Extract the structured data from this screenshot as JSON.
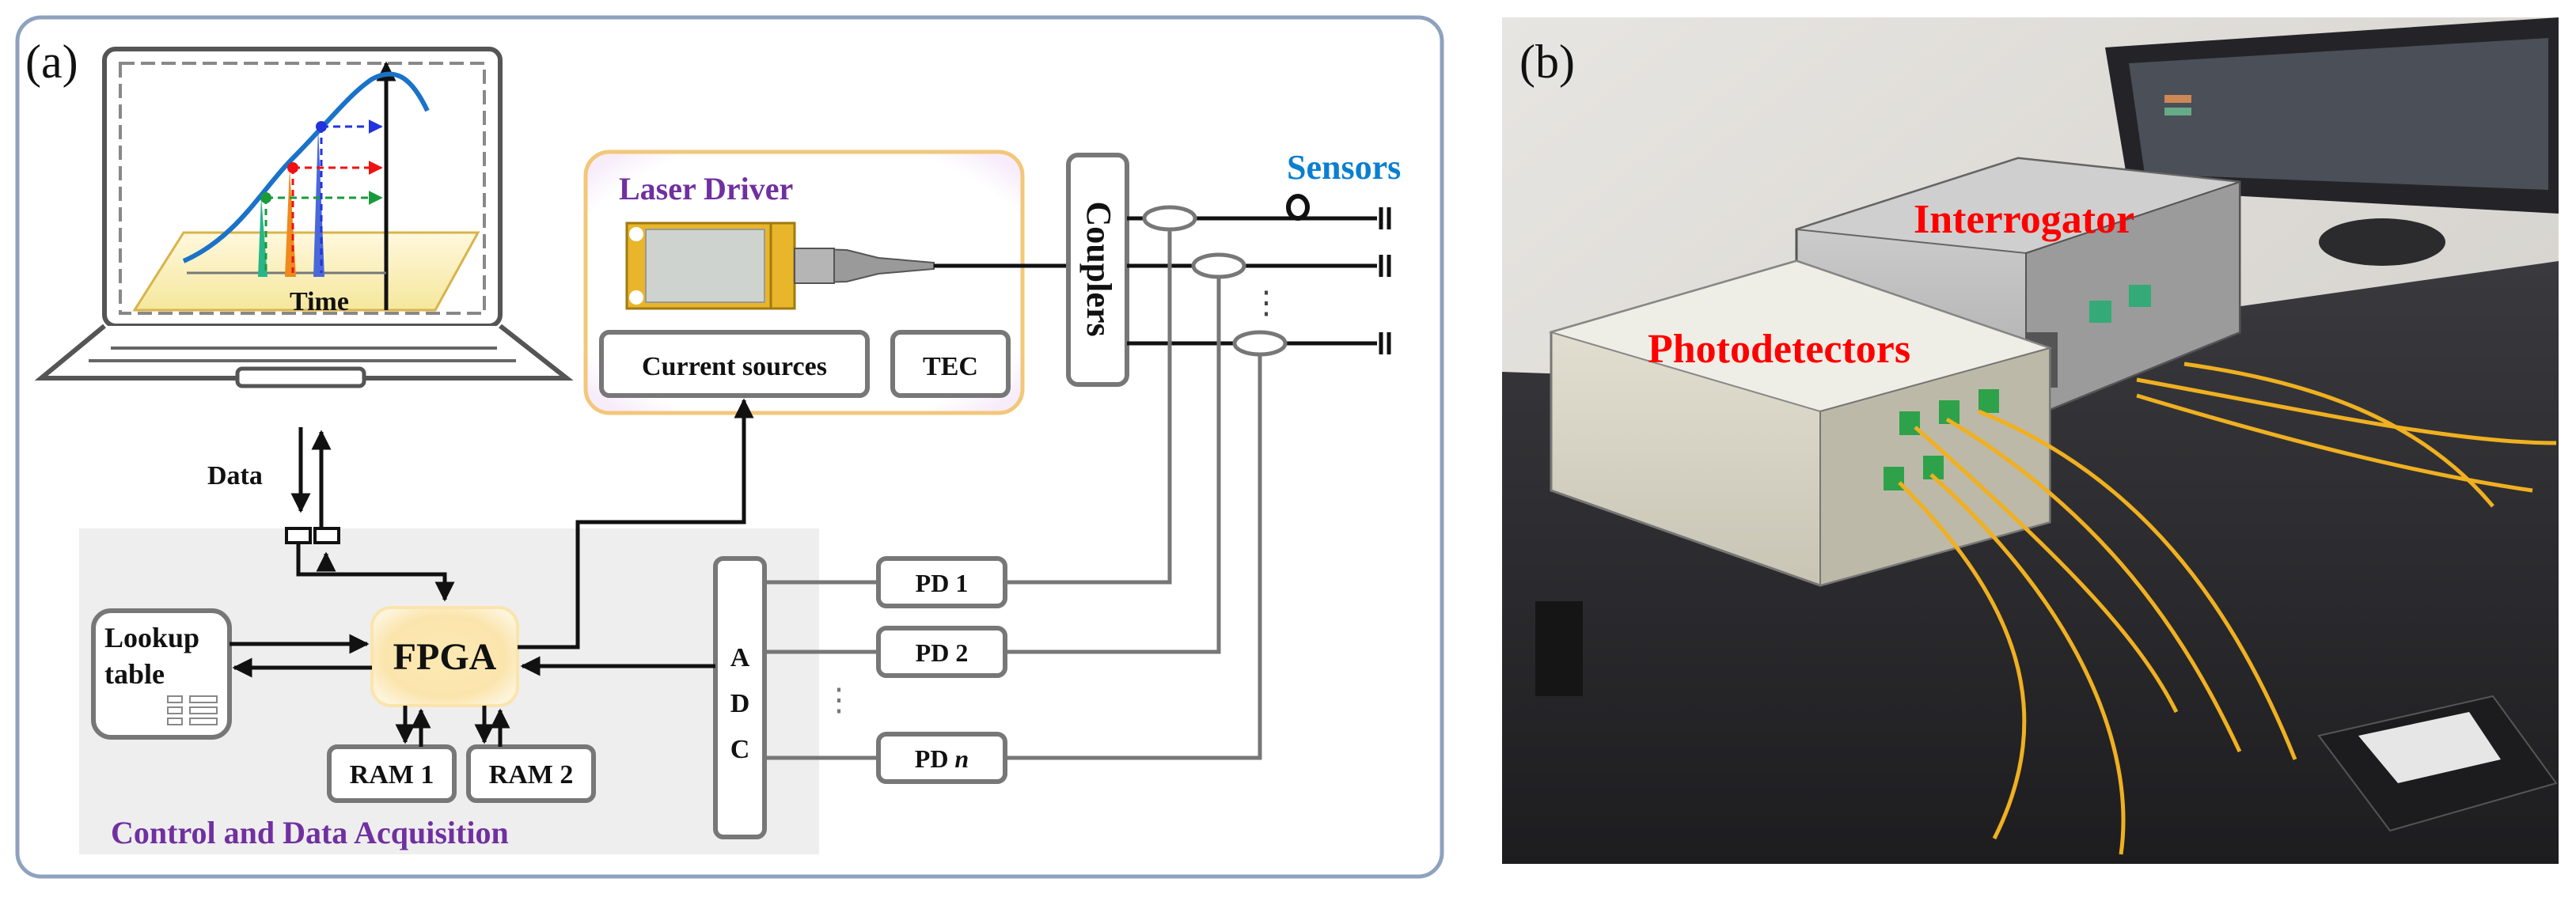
{
  "panel_a": {
    "label": "(a)",
    "plot_axis_label": "Time",
    "data_label": "Data",
    "laser_driver": {
      "title": "Laser Driver",
      "current_sources": "Current sources",
      "tec": "TEC"
    },
    "couplers": "Couplers",
    "sensors": "Sensors",
    "control_title": "Control and Data Acquisition",
    "lookup_line1": "Lookup",
    "lookup_line2": "table",
    "fpga": "FPGA",
    "ram1": "RAM 1",
    "ram2": "RAM 2",
    "adc_letters": [
      "A",
      "D",
      "C"
    ],
    "pd1": "PD 1",
    "pd2": "PD 2",
    "pdn_prefix": "PD ",
    "pdn_suffix": "n",
    "ellipsis": "⋮",
    "colors": {
      "frame": "#8ea2bf",
      "laser_border": "#f3c77a",
      "purple": "#7030a0",
      "sensor_blue": "#0b7fd0",
      "fpga_glow": "#fbe8b5",
      "panel_bg": "#eeeeee"
    }
  },
  "panel_b": {
    "label": "(b)",
    "interrogator": "Interrogator",
    "photodetectors": "Photodetectors",
    "label_color": "#ff0000"
  }
}
